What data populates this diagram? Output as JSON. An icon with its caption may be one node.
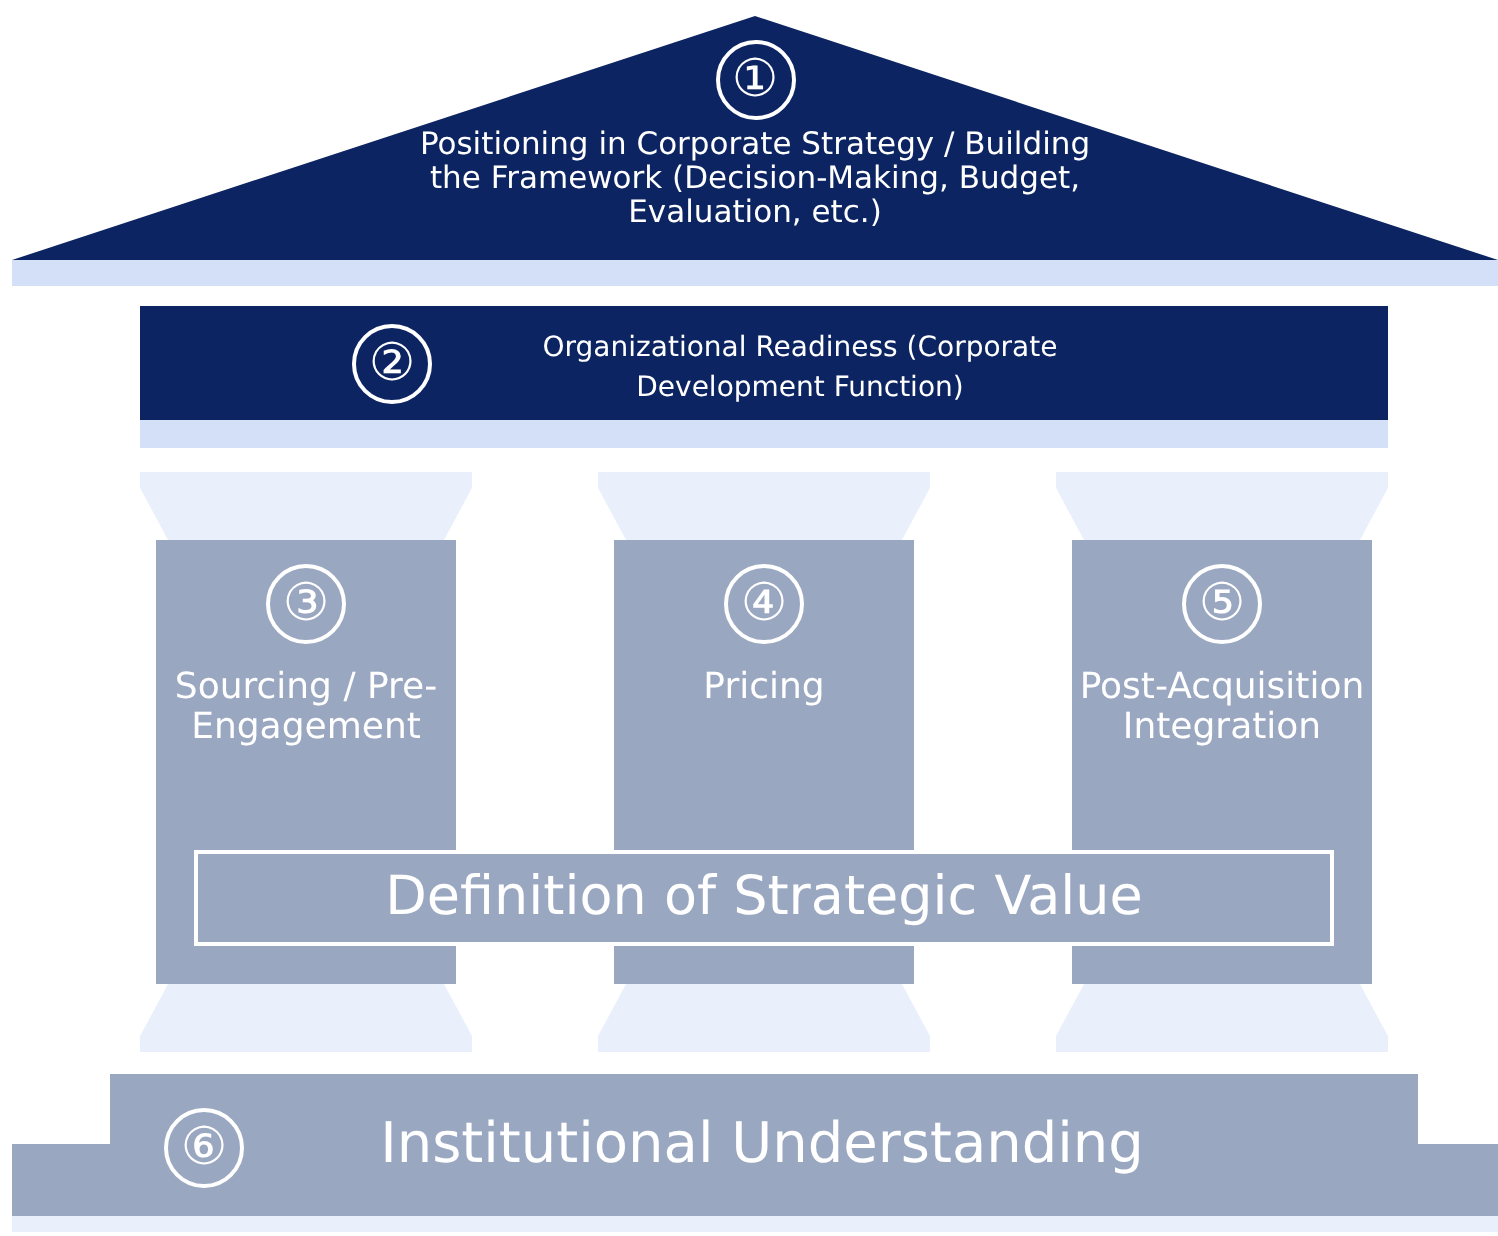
{
  "diagram": {
    "nodes": [
      {
        "text": [
          "①",
          "Positioning in Corporate Strategy / Building the Framework (Decision-Making, Budget, Evaluation, etc.)"
        ]
      },
      {
        "text": [
          "②",
          "Organizational Readiness (Corporate Development Function)"
        ]
      },
      {
        "text": [
          "③",
          "Sourcing / Pre-Engagement"
        ]
      },
      {
        "text": [
          "④",
          "Pricing"
        ]
      },
      {
        "text": [
          "⑤",
          "Post-Acquisition Integration"
        ]
      },
      {
        "text": [
          "Definition of Strategic Value"
        ]
      },
      {
        "text": [
          "⑥",
          "Institutional Understanding"
        ]
      }
    ]
  }
}
